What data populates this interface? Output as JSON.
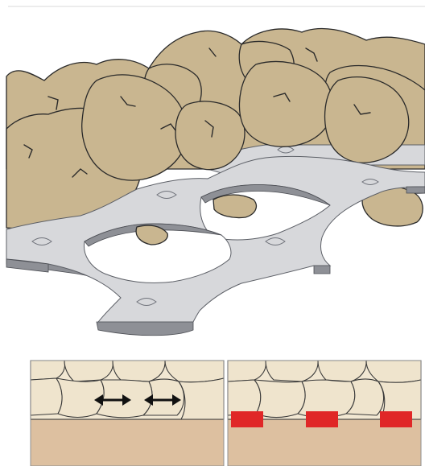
{
  "figure": {
    "main_illustration": "geogrid-with-aggregate",
    "lower_panels": [
      {
        "id": "left",
        "arrows": 2
      },
      {
        "id": "right",
        "blocks": 3
      }
    ]
  },
  "colors": {
    "aggregate": "#c9b690",
    "geogrid_surface": "#d7d8db",
    "geogrid_edge": "#8e9096",
    "subgrade": "#ddc0a0",
    "panel_stone": "#efe4cd",
    "confinement_block": "#e02727",
    "arrow": "#111111"
  }
}
